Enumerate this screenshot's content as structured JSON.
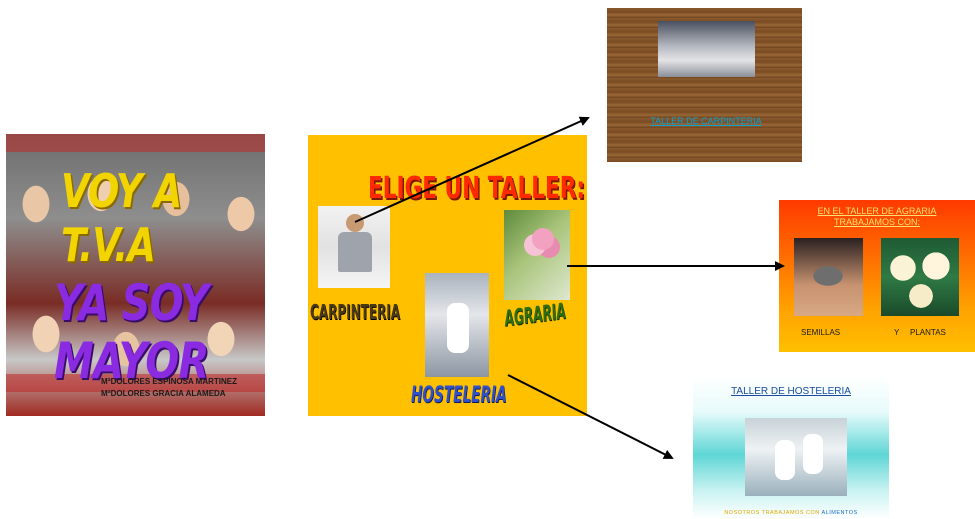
{
  "cover": {
    "line1": "VOY A T.V.A",
    "line2": "YA SOY MAYOR",
    "author1": "MªDOLORES ESPINOSA MARTINEZ",
    "author2": "MªDOLORES GRACIA ALAMEDA"
  },
  "menu": {
    "title": "ELIGE UN TALLER:",
    "carpentry_label": "CARPINTERIA",
    "hospitality_label": "HOSTELERIA",
    "agriculture_label": "AGRARIA"
  },
  "carpentry_slide": {
    "caption": "TALLER DE CARPINTERIA"
  },
  "agriculture_slide": {
    "caption_line1": "EN EL TALLER DE AGRARIA",
    "caption_line2": "TRABAJAMOS CON:",
    "seeds_label": "SEMILLAS",
    "and_label": "Y",
    "plants_label": "PLANTAS"
  },
  "hospitality_slide": {
    "caption": "TALLER DE HOSTELERIA",
    "footer_text": "NOSOTROS TRABAJAMOS CON",
    "footer_highlight": "ALIMENTOS"
  },
  "colors": {
    "menu_background": "#ffc000",
    "title_red": "#ff2a00",
    "cover_yellow": "#f2d400",
    "cover_purple": "#8a2be2",
    "arrow": "#000000"
  }
}
